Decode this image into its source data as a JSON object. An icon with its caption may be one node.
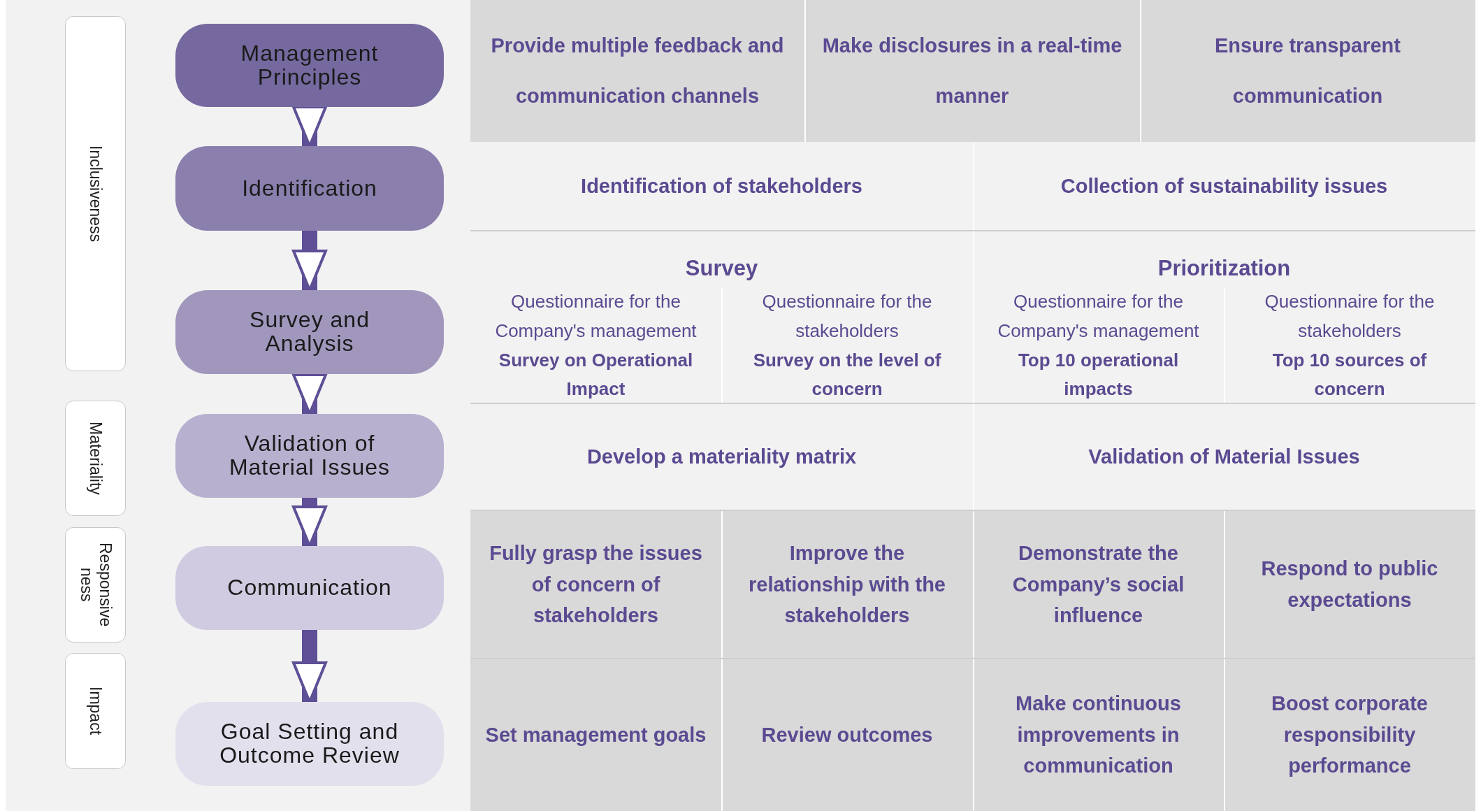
{
  "diagram": {
    "nodes": [
      {
        "text": [
          "Management Principles"
        ]
      },
      {
        "text": [
          "Identification"
        ]
      },
      {
        "text": [
          "Survey and Analysis"
        ]
      },
      {
        "text": [
          "Validation of Material Issues"
        ]
      },
      {
        "text": [
          "Communication"
        ]
      },
      {
        "text": [
          "Goal Setting and Outcome Review"
        ]
      },
      {
        "text": [
          "Inclusiveness"
        ]
      },
      {
        "text": [
          "Materiality"
        ]
      },
      {
        "text": [
          "Responsive ness"
        ]
      },
      {
        "text": [
          "Impact"
        ]
      }
    ],
    "edges": [
      {
        "from": 0,
        "to": 1,
        "arrow": "to"
      },
      {
        "from": 1,
        "to": 2,
        "arrow": "to"
      },
      {
        "from": 2,
        "to": 3,
        "arrow": "to"
      },
      {
        "from": 3,
        "to": 4,
        "arrow": "to"
      },
      {
        "from": 4,
        "to": 5,
        "arrow": "to"
      }
    ],
    "labels": [
      "Provide multiple feedback and communication channels",
      "Make disclosures in a real-time manner",
      "Ensure transparent communication",
      "Identification of stakeholders",
      "Collection of sustainability issues",
      "Survey",
      "Prioritization",
      "Questionnaire for the Company's management",
      "Survey on Operational Impact",
      "Questionnaire for the stakeholders",
      "Survey on the level of concern",
      "Questionnaire for the Company's management",
      "Top 10 operational impacts",
      "Questionnaire for the stakeholders",
      "Top 10 sources of concern",
      "Develop a materiality matrix",
      "Validation of Material Issues",
      "Fully grasp the issues of concern of stakeholders",
      "Improve the relationship with the stakeholders",
      "Demonstrate the Company’s social influence",
      "Respond to public expectations",
      "Set management goals",
      "Review outcomes",
      "Make continuous improvements in communication",
      "Boost corporate responsibility performance"
    ]
  }
}
